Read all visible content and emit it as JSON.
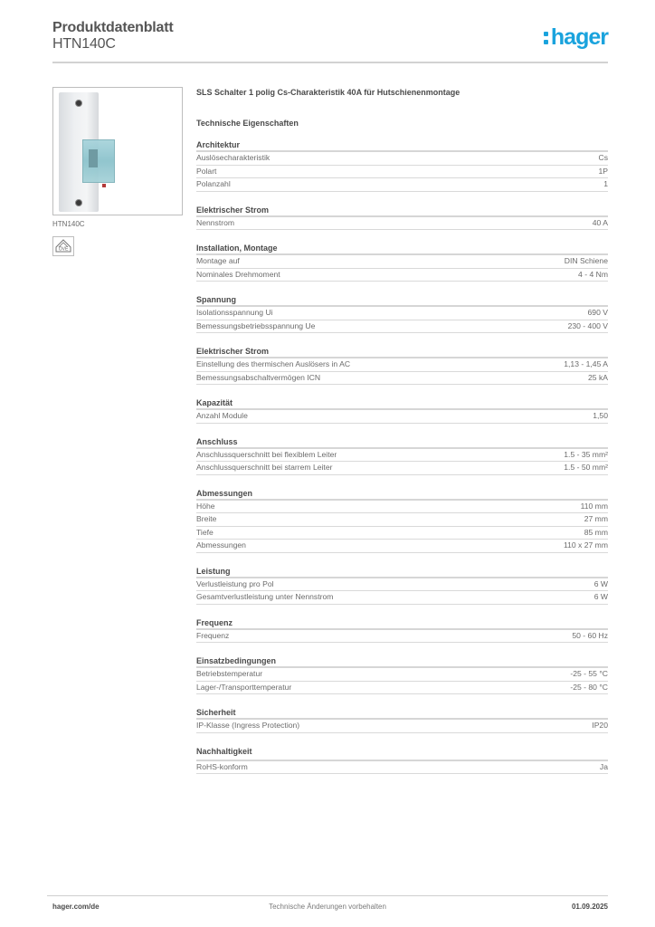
{
  "header": {
    "title": "Produktdatenblatt",
    "product_code": "HTN140C",
    "brand_logo": "hager",
    "brand_color": "#1aa3dd"
  },
  "sidebar": {
    "product_image": "miniature-circuit-breaker-photo",
    "caption": "HTN140C",
    "approval_mark_icon": "oeve-approval-mark-icon"
  },
  "main": {
    "product_description": "SLS Schalter 1 polig Cs-Charakteristik 40A für Hutschienenmontage",
    "properties_heading": "Technische Eigenschaften",
    "groups": [
      {
        "title": "Architektur",
        "rows": [
          {
            "label": "Auslösecharakteristik",
            "value": "Cs"
          },
          {
            "label": "Polart",
            "value": "1P"
          },
          {
            "label": "Polanzahl",
            "value": "1"
          }
        ]
      },
      {
        "title": "Elektrischer Strom",
        "rows": [
          {
            "label": "Nennstrom",
            "value": "40 A"
          }
        ]
      },
      {
        "title": "Installation, Montage",
        "rows": [
          {
            "label": "Montage auf",
            "value": "DIN Schiene"
          },
          {
            "label": "Nominales Drehmoment",
            "value": "4 - 4 Nm"
          }
        ]
      },
      {
        "title": "Spannung",
        "rows": [
          {
            "label": "Isolationsspannung Ui",
            "value": "690 V"
          },
          {
            "label": "Bemessungsbetriebsspannung Ue",
            "value": "230 - 400 V"
          }
        ]
      },
      {
        "title": "Elektrischer Strom",
        "rows": [
          {
            "label": "Einstellung des thermischen Auslösers in AC",
            "value": "1,13 - 1,45 A"
          },
          {
            "label": "Bemessungsabschaltvermögen ICN",
            "value": "25 kA"
          }
        ]
      },
      {
        "title": "Kapazität",
        "rows": [
          {
            "label": "Anzahl Module",
            "value": "1,50"
          }
        ]
      },
      {
        "title": "Anschluss",
        "rows": [
          {
            "label": "Anschlussquerschnitt bei flexiblem Leiter",
            "value": "1.5 - 35 mm²"
          },
          {
            "label": "Anschlussquerschnitt bei starrem Leiter",
            "value": "1.5 - 50 mm²"
          }
        ]
      },
      {
        "title": "Abmessungen",
        "rows": [
          {
            "label": "Höhe",
            "value": "110 mm"
          },
          {
            "label": "Breite",
            "value": "27 mm"
          },
          {
            "label": "Tiefe",
            "value": "85 mm"
          },
          {
            "label": "Abmessungen",
            "value": "110 x 27 mm"
          }
        ]
      },
      {
        "title": "Leistung",
        "rows": [
          {
            "label": "Verlustleistung pro Pol",
            "value": "6 W"
          },
          {
            "label": "Gesamtverlustleistung unter Nennstrom",
            "value": "6 W"
          }
        ]
      },
      {
        "title": "Frequenz",
        "rows": [
          {
            "label": "Frequenz",
            "value": "50 - 60 Hz"
          }
        ]
      },
      {
        "title": "Einsatzbedingungen",
        "rows": [
          {
            "label": "Betriebstemperatur",
            "value": "-25 - 55 °C"
          },
          {
            "label": "Lager-/Transporttemperatur",
            "value": "-25 - 80 °C"
          }
        ]
      },
      {
        "title": "Sicherheit",
        "rows": [
          {
            "label": "IP-Klasse (Ingress Protection)",
            "value": "IP20"
          }
        ]
      },
      {
        "title": "Nachhaltigkeit",
        "rows": [
          {
            "label": "RoHS-konform",
            "value": "Ja"
          }
        ]
      }
    ]
  },
  "footer": {
    "website": "hager.com/de",
    "disclaimer": "Technische Änderungen vorbehalten",
    "date": "01.09.2025"
  }
}
